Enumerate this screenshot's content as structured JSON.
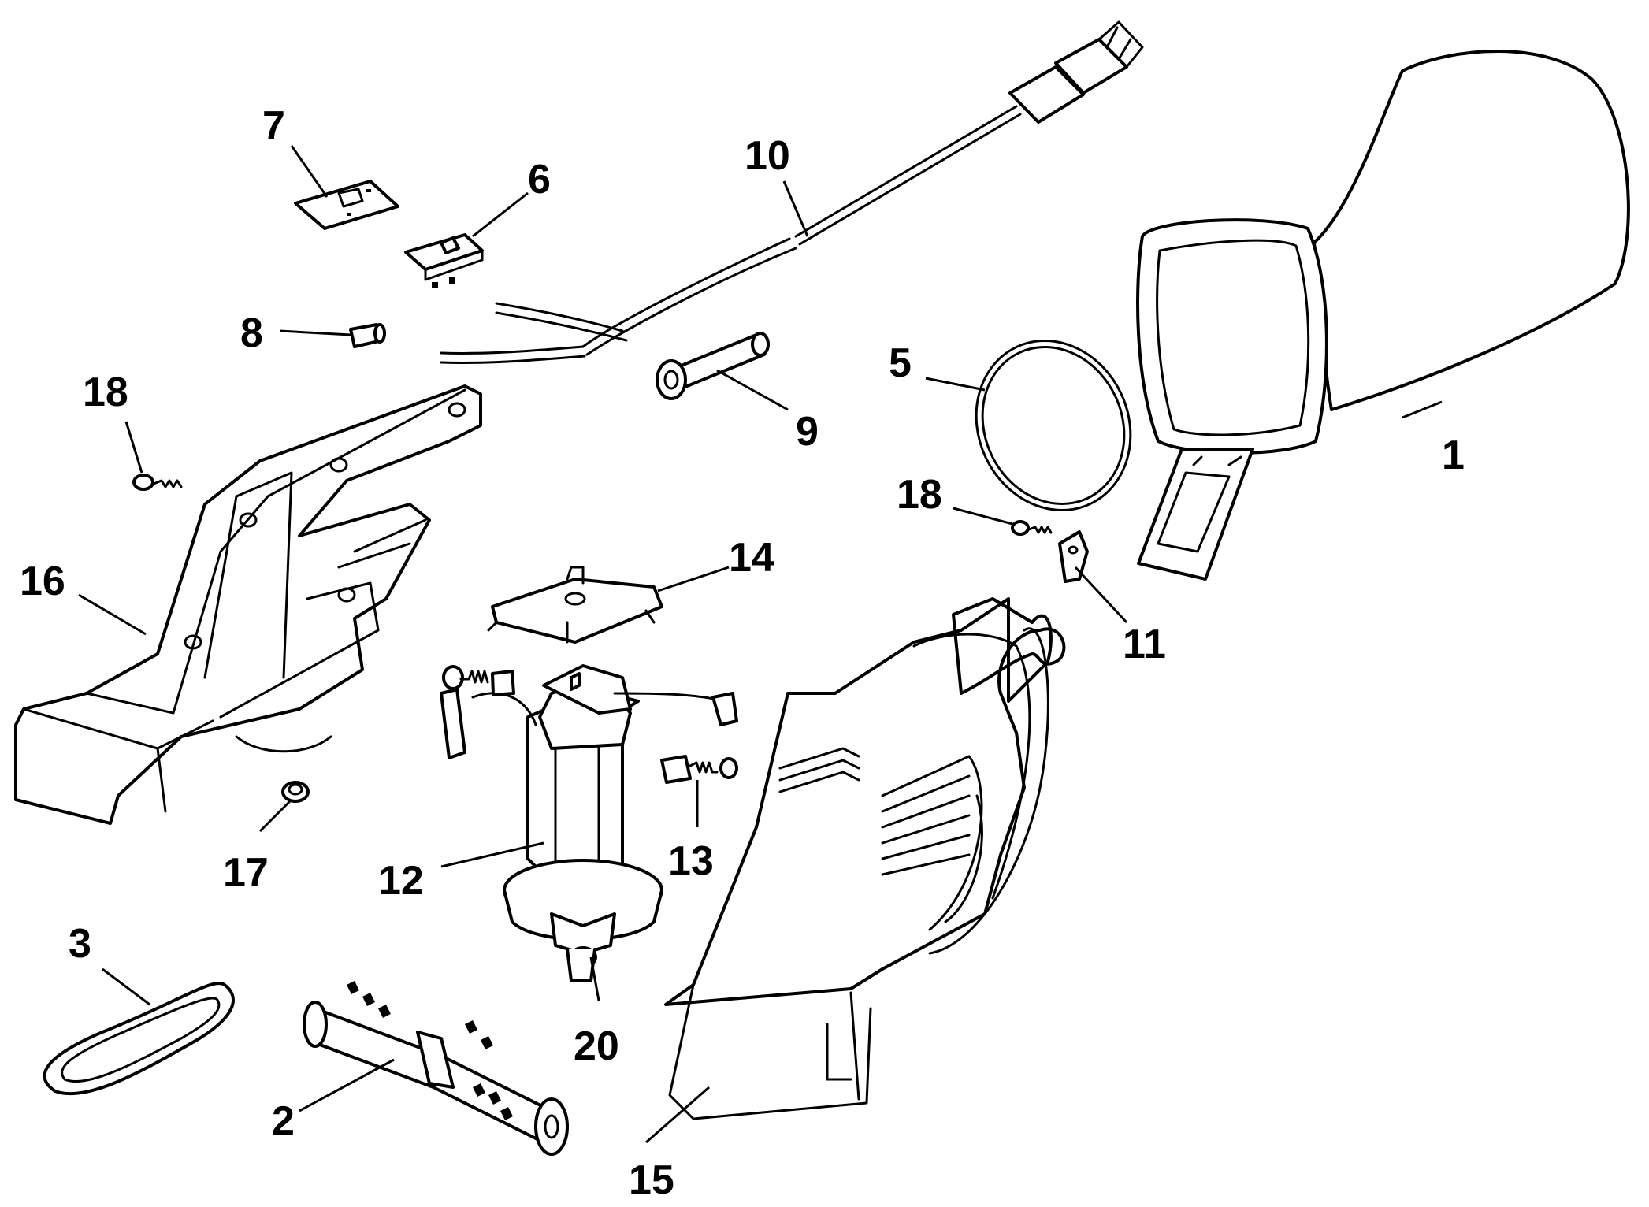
{
  "callouts": [
    {
      "id": "1",
      "label": "1"
    },
    {
      "id": "2",
      "label": "2"
    },
    {
      "id": "3",
      "label": "3"
    },
    {
      "id": "5",
      "label": "5"
    },
    {
      "id": "6",
      "label": "6"
    },
    {
      "id": "7",
      "label": "7"
    },
    {
      "id": "8",
      "label": "8"
    },
    {
      "id": "9",
      "label": "9"
    },
    {
      "id": "10",
      "label": "10"
    },
    {
      "id": "11",
      "label": "11"
    },
    {
      "id": "12",
      "label": "12"
    },
    {
      "id": "13",
      "label": "13"
    },
    {
      "id": "14",
      "label": "14"
    },
    {
      "id": "15",
      "label": "15"
    },
    {
      "id": "16",
      "label": "16"
    },
    {
      "id": "17",
      "label": "17"
    },
    {
      "id": "18a",
      "label": "18"
    },
    {
      "id": "18b",
      "label": "18"
    },
    {
      "id": "20",
      "label": "20"
    }
  ]
}
